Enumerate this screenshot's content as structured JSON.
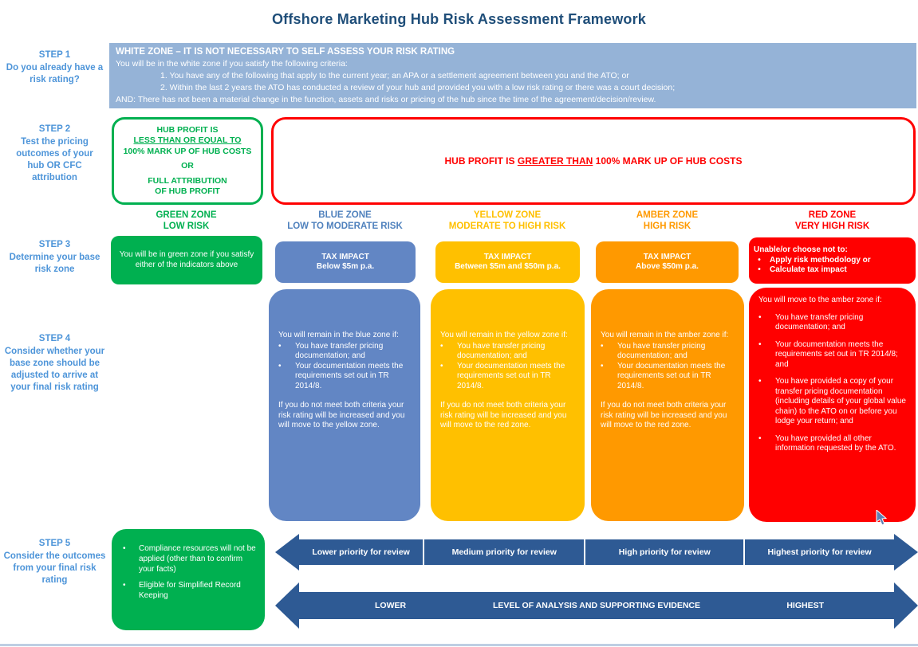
{
  "title": "Offshore Marketing Hub Risk Assessment Framework",
  "steps": [
    {
      "label": "STEP 1",
      "desc": "Do you already have a risk rating?"
    },
    {
      "label": "STEP 2",
      "desc": "Test the pricing outcomes of your hub OR CFC attribution"
    },
    {
      "label": "STEP 3",
      "desc": "Determine your base risk zone"
    },
    {
      "label": "STEP 4",
      "desc": "Consider whether your base zone should be adjusted to arrive at your final risk rating"
    },
    {
      "label": "STEP 5",
      "desc": "Consider the outcomes from your final risk rating"
    }
  ],
  "white_zone": {
    "heading": "WHITE ZONE – IT IS NOT NECESSARY TO SELF ASSESS YOUR RISK RATING",
    "intro": "You will be in the white zone if you satisfy the following criteria:",
    "item1": "1.    You have any of the following that apply to the current year; an APA or a settlement agreement between you and the ATO; or",
    "item2": "2.    Within the last 2 years the ATO has conducted a review of your hub and provided you with a low risk rating or there was a court decision;",
    "and_line": "AND: There has not been a material change in the function, assets and risks or pricing of the hub since the time of the agreement/decision/review."
  },
  "step2": {
    "green_box": {
      "line1": "HUB PROFIT IS",
      "line2_underlined": "LESS THAN OR EQUAL TO",
      "line3": "100% MARK UP OF HUB COSTS",
      "or": "OR",
      "line4": "FULL ATTRIBUTION",
      "line5": "OF HUB PROFIT"
    },
    "red_box": {
      "pre": "HUB PROFIT IS ",
      "underlined": "GREATER THAN",
      "post": " 100% MARK UP OF HUB COSTS"
    }
  },
  "zones": [
    {
      "name": "GREEN ZONE",
      "risk": "LOW RISK",
      "step3_text": "You will be in green zone if you satisfy either of the indicators above"
    },
    {
      "name": "BLUE ZONE",
      "risk": "LOW TO MODERATE RISK",
      "step3_title": "TAX IMPACT",
      "step3_sub": "Below $5m p.a.",
      "step4_intro": "You will remain in the blue zone if:",
      "step4_bullets": [
        "You have transfer pricing documentation; and",
        "Your documentation meets the requirements set out in TR 2014/8."
      ],
      "step4_outro": "If you do not meet both criteria your risk rating will be increased and you will move to the yellow zone."
    },
    {
      "name": "YELLOW ZONE",
      "risk": "MODERATE TO HIGH RISK",
      "step3_title": "TAX IMPACT",
      "step3_sub": "Between $5m and $50m p.a.",
      "step4_intro": "You will remain in the yellow zone if:",
      "step4_bullets": [
        "You have transfer pricing documentation; and",
        "Your documentation meets the requirements set out in TR 2014/8."
      ],
      "step4_outro": "If you do not meet both criteria your risk rating will be increased and you will move to the red zone."
    },
    {
      "name": "AMBER ZONE",
      "risk": "HIGH RISK",
      "step3_title": "TAX IMPACT",
      "step3_sub": "Above $50m p.a.",
      "step4_intro": "You will remain in the amber zone if:",
      "step4_bullets": [
        "You have transfer pricing documentation; and",
        "Your documentation meets the requirements set out in TR 2014/8."
      ],
      "step4_outro": "If you do not meet both criteria your risk rating will be increased and you will move to the red zone."
    },
    {
      "name": "RED ZONE",
      "risk": "VERY HIGH RISK",
      "step3_intro": "Unable/or choose not to:",
      "step3_bullets": [
        "Apply risk methodology or",
        "Calculate tax impact"
      ],
      "step4_intro": "You will move to the amber zone if:",
      "step4_bullets": [
        "You have transfer pricing documentation; and",
        "Your documentation meets the requirements set out in TR 2014/8; and",
        "You have provided a copy of your transfer pricing documentation (including details of your global value chain) to the ATO on or before you lodge your return; and",
        "You have provided all other information requested by the ATO."
      ]
    }
  ],
  "step5_box": {
    "bullets": [
      "Compliance resources will not be applied (other than to confirm your facts)",
      "Eligible for Simplified Record Keeping"
    ]
  },
  "arrows": {
    "priority_segments": [
      "Lower priority for review",
      "Medium priority for review",
      "High priority for review",
      "Highest priority for review"
    ],
    "evidence": {
      "left": "LOWER",
      "center": "LEVEL OF ANALYSIS AND SUPPORTING EVIDENCE",
      "right": "HIGHEST"
    }
  },
  "colors": {
    "green": "#00B050",
    "blue_fill": "#6286C4",
    "blue_header": "#4F81BD",
    "yellow": "#FFC000",
    "amber": "#FF9900",
    "red": "#FF0000",
    "white_band": "#95B3D7",
    "arrow_blue": "#2E5A94",
    "title_navy": "#1F4E79",
    "step_label_blue": "#4E95D9"
  }
}
